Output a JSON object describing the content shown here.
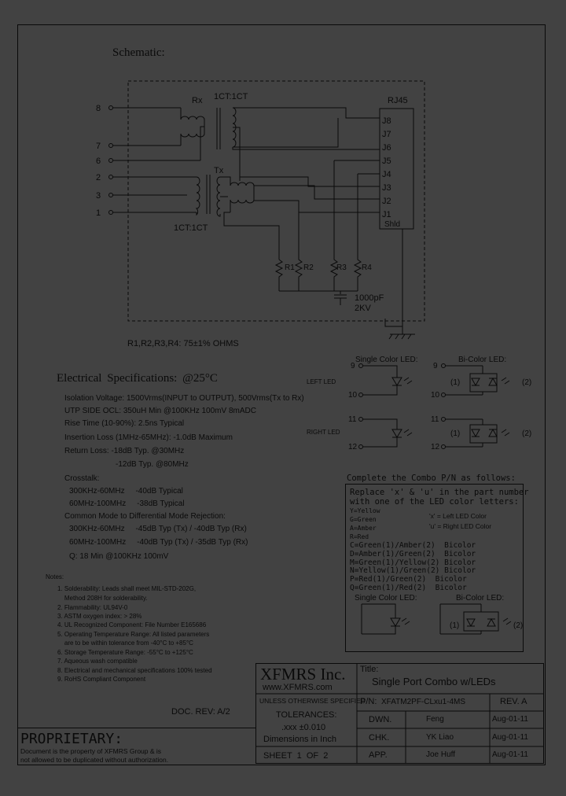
{
  "schematic": {
    "title": "Schematic:",
    "rj45_label": "RJ45",
    "jacks": [
      "J8",
      "J7",
      "J6",
      "J5",
      "J4",
      "J3",
      "J2",
      "J1"
    ],
    "shield": "Shld",
    "rx_label": "Rx",
    "tx_label": "Tx",
    "ct_top": "1CT:1CT",
    "ct_bottom": "1CT:1CT",
    "pins": [
      "8",
      "7",
      "6",
      "2",
      "3",
      "1"
    ],
    "resistors": [
      "R1",
      "R2",
      "R3",
      "R4"
    ],
    "capacitor_value": "1000pF",
    "capacitor_voltage": "2KV",
    "resistor_note": "R1,R2,R3,R4: 75±1% OHMS"
  },
  "electrical": {
    "title": "Electrical   Specifications: @25°C",
    "lines": [
      "Isolation Voltage: 1500Vrms(INPUT to OUTPUT), 500Vrms(Tx to Rx)",
      "UTP SIDE OCL: 350uH Min @100KHz 100mV 8mADC",
      "Rise Time (10-90%): 2.5ns Typical",
      "Insertion Loss (1MHz-65MHz): -1.0dB Maximum",
      "Return Loss: -18dB Typ. @30MHz",
      "-12dB Typ. @80MHz",
      "Crosstalk:",
      "300KHz-60MHz     -40dB Typical",
      "60MHz-100MHz     -38dB Typical",
      "Common Mode to Differential Mode Rejection:",
      "300KHz-60MHz     -45dB Typ (Tx) / -40dB Typ (Rx)",
      "60MHz-100MHz     -40dB Typ (Tx) / -35dB Typ (Rx)",
      "Q: 18 Min @100KHz 100mV"
    ]
  },
  "led": {
    "single_label": "Single Color LED:",
    "bi_label": "Bi-Color LED:",
    "left_led": "LEFT LED",
    "right_led": "RIGHT LED",
    "pins": [
      "9",
      "10",
      "11",
      "12",
      "9",
      "10",
      "11",
      "12"
    ],
    "bi_left": "(1)",
    "bi_right": "(2)"
  },
  "combo": {
    "title": "Complete the Combo P/N as follows:",
    "lines": [
      "Replace 'x' & 'u' in the part number",
      "with one of the LED color letters:",
      "Y=Yellow",
      "G=Green",
      "A=Amber",
      "R=Red",
      "C=Green(1)/Amber(2)  Bicolor",
      "D=Amber(1)/Green(2)  Bicolor",
      "M=Green(1)/Yellow(2) Bicolor",
      "N=Yellow(1)/Green(2) Bicolor",
      "P=Red(1)/Green(2)  Bicolor",
      "Q=Green(1)/Red(2)  Bicolor"
    ],
    "x_note": "'x' = Left LED Color",
    "u_note": "'u' = Right LED Color",
    "single_label": "Single Color LED:",
    "bi_label": "Bi-Color LED:",
    "bi_left": "(1)",
    "bi_right": "(2)"
  },
  "notes": {
    "title": "Notes:",
    "items": [
      "1. Solderability: Leads shall meet MIL-STD-202G,",
      "    Method 208H for solderability.",
      "2. Flammability: UL94V-0",
      "3. ASTM oxygen index: > 28%",
      "4. UL Recognized Component: File Number E165686",
      "5. Operating Temperature Range: All listed parameters",
      "    are to be within tolerance from -40°C to +85°C",
      "6. Storage Temperature Range: -55°C to +125°C",
      "7. Aqueous wash compatible",
      "8. Electrical and mechanical specifications 100% tested",
      "9. RoHS Compliant Component"
    ]
  },
  "doc_rev": "DOC. REV: A/2",
  "proprietary": {
    "title": "PROPRIETARY:",
    "line1": "Document is the property of XFMRS Group & is",
    "line2": "not allowed to be duplicated without authorization."
  },
  "title_block": {
    "company": "XFMRS Inc.",
    "website": "www.XFMRS.com",
    "title_label": "Title:",
    "title": "Single Port Combo w/LEDs",
    "unless": "UNLESS OTHERWISE SPECIFIED",
    "pn_label": "P/N:",
    "pn": "XFATM2PF-CLxu1-4MS",
    "rev": "REV. A",
    "tolerances": "TOLERANCES:",
    "tol_value": ".xxx ±0.010",
    "dimensions": "Dimensions in Inch",
    "sheet": "SHEET  1  OF  2",
    "rows": [
      {
        "role": "DWN.",
        "name": "Feng",
        "date": "Aug-01-11"
      },
      {
        "role": "CHK.",
        "name": "YK Liao",
        "date": "Aug-01-11"
      },
      {
        "role": "APP.",
        "name": "Joe Huff",
        "date": "Aug-01-11"
      }
    ]
  }
}
